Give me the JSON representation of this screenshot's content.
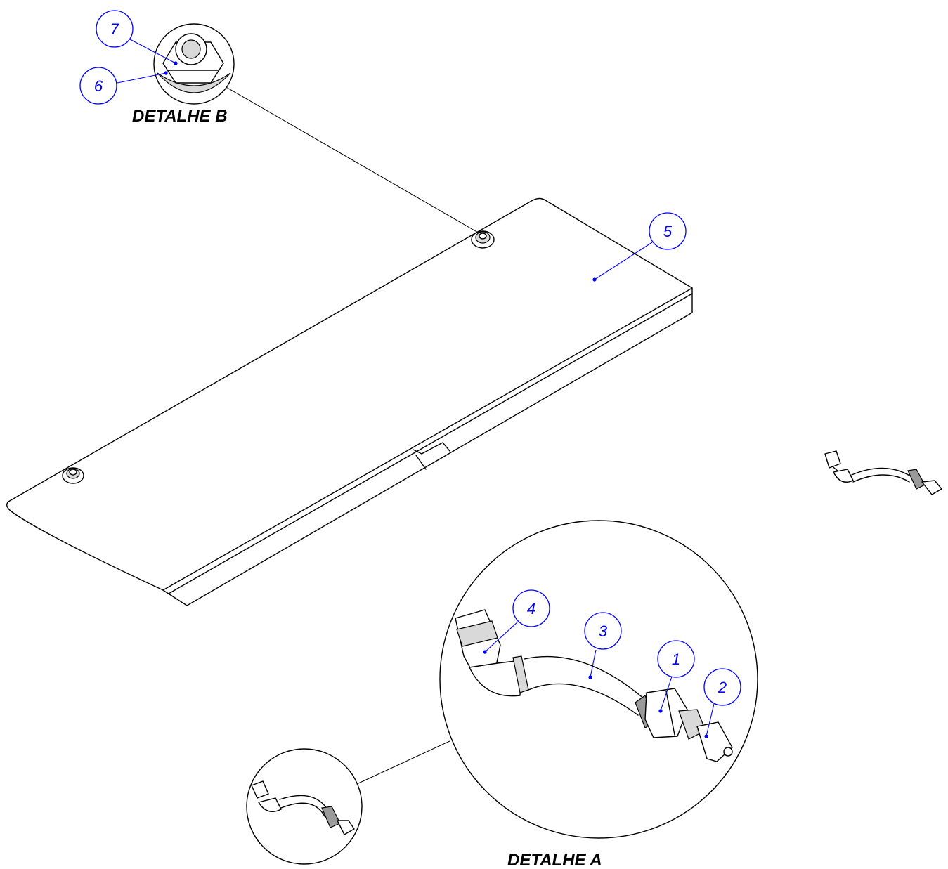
{
  "labels": {
    "detail_a": "DETALHE A",
    "detail_b": "DETALHE B"
  },
  "balloons": [
    {
      "id": "b1",
      "number": "1"
    },
    {
      "id": "b2",
      "number": "2"
    },
    {
      "id": "b3",
      "number": "3"
    },
    {
      "id": "b4",
      "number": "4"
    },
    {
      "id": "b5",
      "number": "5"
    },
    {
      "id": "b6",
      "number": "6"
    },
    {
      "id": "b7",
      "number": "7"
    }
  ],
  "colors": {
    "line": "#000000",
    "balloon": "#0000ff",
    "background": "#ffffff"
  }
}
